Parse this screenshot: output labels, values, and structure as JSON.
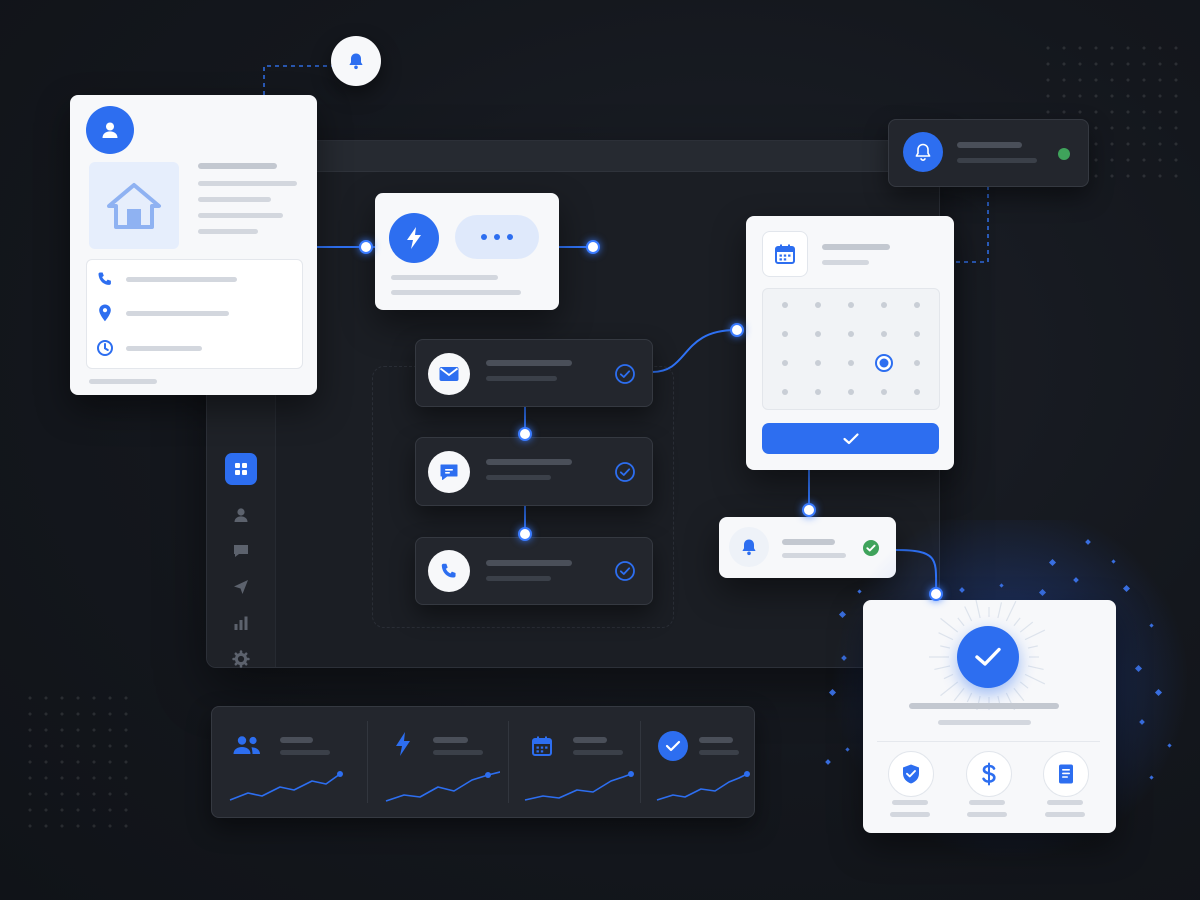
{
  "colors": {
    "accent": "#2d6ef0",
    "accent_light": "#e6eefc",
    "success": "#3fa35b",
    "background": "#14171d",
    "card_light": "#f7f8fa",
    "card_dark": "#23262d"
  },
  "icons": {
    "bell": "bell-icon",
    "user": "user-icon",
    "home": "home-icon",
    "phone": "phone-icon",
    "location": "location-pin-icon",
    "clock": "clock-icon",
    "lightning": "lightning-icon",
    "chat_typing": "chat-typing-icon",
    "mail": "mail-icon",
    "chat": "chat-bubble-icon",
    "calendar": "calendar-icon",
    "check": "check-icon",
    "shield": "shield-check-icon",
    "dollar": "dollar-icon",
    "document": "document-icon",
    "users": "users-icon",
    "grid": "grid-icon",
    "send": "send-icon",
    "chart": "bar-chart-icon",
    "gear": "gear-icon"
  },
  "calendar": {
    "rows": 4,
    "cols": 5,
    "selected": [
      2,
      3
    ]
  },
  "status": {
    "notification_online": true
  }
}
